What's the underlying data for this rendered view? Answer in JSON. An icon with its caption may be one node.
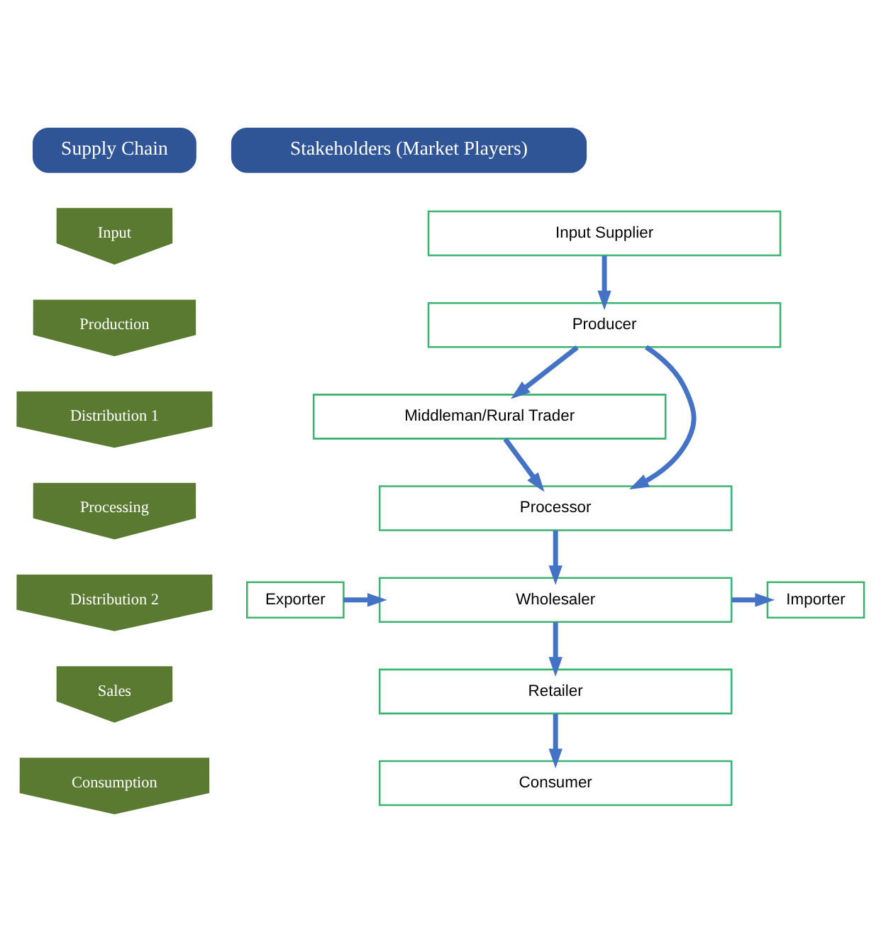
{
  "diagram": {
    "nodes": [
      {
        "text": [
          "Supply Chain"
        ]
      },
      {
        "text": [
          "Stakeholders (Market Players)"
        ]
      },
      {
        "text": [
          "Input"
        ]
      },
      {
        "text": [
          "Input Supplier"
        ]
      },
      {
        "text": [
          "Production"
        ]
      },
      {
        "text": [
          "Producer"
        ]
      },
      {
        "text": [
          "Distribution 1"
        ]
      },
      {
        "text": [
          "Middleman/Rural Trader"
        ]
      },
      {
        "text": [
          "Processing"
        ]
      },
      {
        "text": [
          "Processor"
        ]
      },
      {
        "text": [
          "Distribution 2"
        ]
      },
      {
        "text": [
          "Wholesaler"
        ]
      },
      {
        "text": [
          "Importer"
        ]
      },
      {
        "text": [
          "Exporter"
        ]
      },
      {
        "text": [
          "Sales"
        ]
      },
      {
        "text": [
          "Retailer"
        ]
      },
      {
        "text": [
          "Consumption"
        ]
      },
      {
        "text": [
          "Consumer"
        ]
      }
    ],
    "edges": [
      {
        "from": 3,
        "to": 5,
        "arrow": "to"
      },
      {
        "from": 5,
        "to": 7,
        "arrow": "to"
      },
      {
        "from": 5,
        "to": 9,
        "arrow": "to"
      },
      {
        "from": 7,
        "to": 9,
        "arrow": "to"
      },
      {
        "from": 9,
        "to": 11,
        "arrow": "to"
      },
      {
        "from": 11,
        "to": 12,
        "arrow": "to"
      },
      {
        "from": 13,
        "to": 11,
        "arrow": "to"
      },
      {
        "from": 11,
        "to": 15,
        "arrow": "to"
      },
      {
        "from": 15,
        "to": 17,
        "arrow": "to"
      }
    ]
  }
}
